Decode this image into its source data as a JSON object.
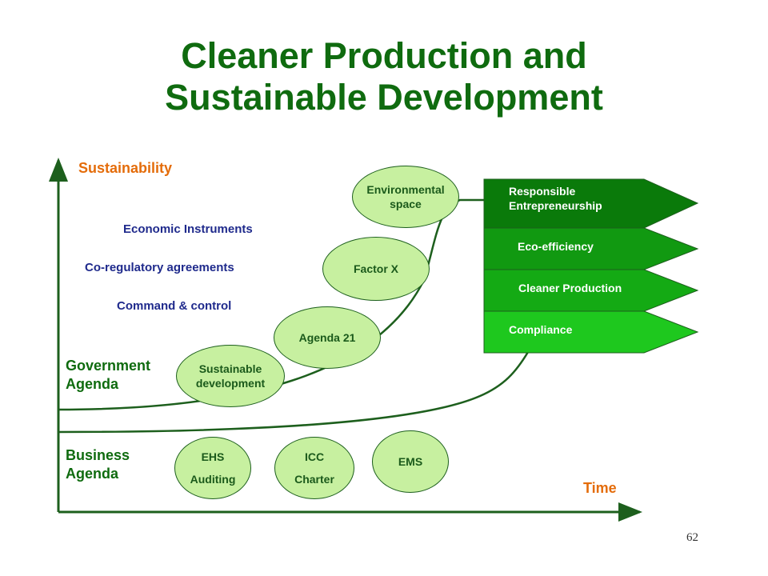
{
  "title": {
    "line1": "Cleaner Production and",
    "line2": "Sustainable Development"
  },
  "axes": {
    "y_label": "Sustainability",
    "x_label": "Time"
  },
  "government_instruments": [
    "Economic Instruments",
    "Co-regulatory agreements",
    "Command & control"
  ],
  "agendas": {
    "government": {
      "line1": "Government",
      "line2": "Agenda"
    },
    "business": {
      "line1": "Business",
      "line2": "Agenda"
    }
  },
  "government_ellipses": [
    {
      "line1": "Sustainable",
      "line2": "development"
    },
    {
      "line1": "Agenda 21"
    },
    {
      "line1": "Factor X"
    },
    {
      "line1": "Environmental",
      "line2": "space"
    }
  ],
  "business_ellipses": [
    {
      "line1": "EHS",
      "line2": "Auditing"
    },
    {
      "line1": "ICC",
      "line2": "Charter"
    },
    {
      "line1": "EMS"
    }
  ],
  "stages": [
    {
      "line1": "Responsible",
      "line2": "Entrepreneurship",
      "color": "#0a7a0a"
    },
    {
      "line1": "Eco-efficiency",
      "color": "#119911"
    },
    {
      "line1": "Cleaner Production",
      "color": "#14aa14"
    },
    {
      "line1": "Compliance",
      "color": "#1ec81e"
    }
  ],
  "page_number": "62",
  "colors": {
    "title": "#0f6b0f",
    "instrument_text": "#1f2a8c",
    "axis_label": "#e46c0a",
    "ellipse_fill": "#c7f0a0",
    "curve": "#1d5f1d"
  }
}
